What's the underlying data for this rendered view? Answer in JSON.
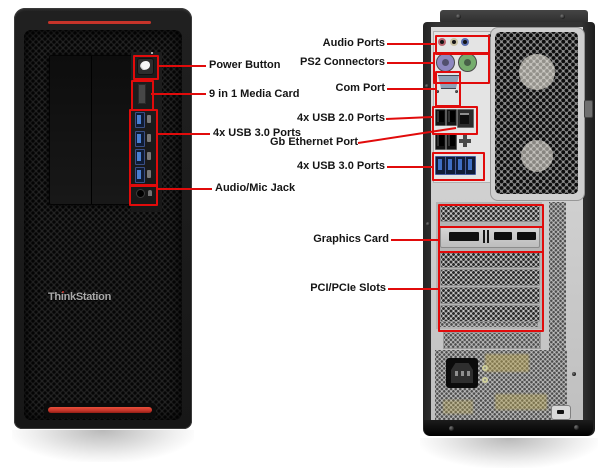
{
  "logo": "ThinkStation",
  "front_callouts": {
    "power": "Power Button",
    "media": "9 in 1 Media Card",
    "usb3": "4x USB 3.0 Ports",
    "audio": "Audio/Mic Jack"
  },
  "back_callouts": {
    "audio": "Audio Ports",
    "ps2": "PS2 Connectors",
    "com": "Com Port",
    "usb2": "4x USB 2.0 Ports",
    "ethernet": "Gb Ethernet Port",
    "usb3": "4x USB 3.0 Ports",
    "gpu": "Graphics Card",
    "pci": "PCI/PCIe Slots"
  },
  "colors": {
    "annotation_red": "#e10b0b",
    "lenovo_red": "#c6342a",
    "usb_blue": "#3f6fc4",
    "ps2_purple": "#8d87c0",
    "ps2_green": "#76ad6d",
    "jack_pink": "#b8636e",
    "jack_yellow": "#c9c2a4",
    "jack_blue": "#5b6fae"
  }
}
